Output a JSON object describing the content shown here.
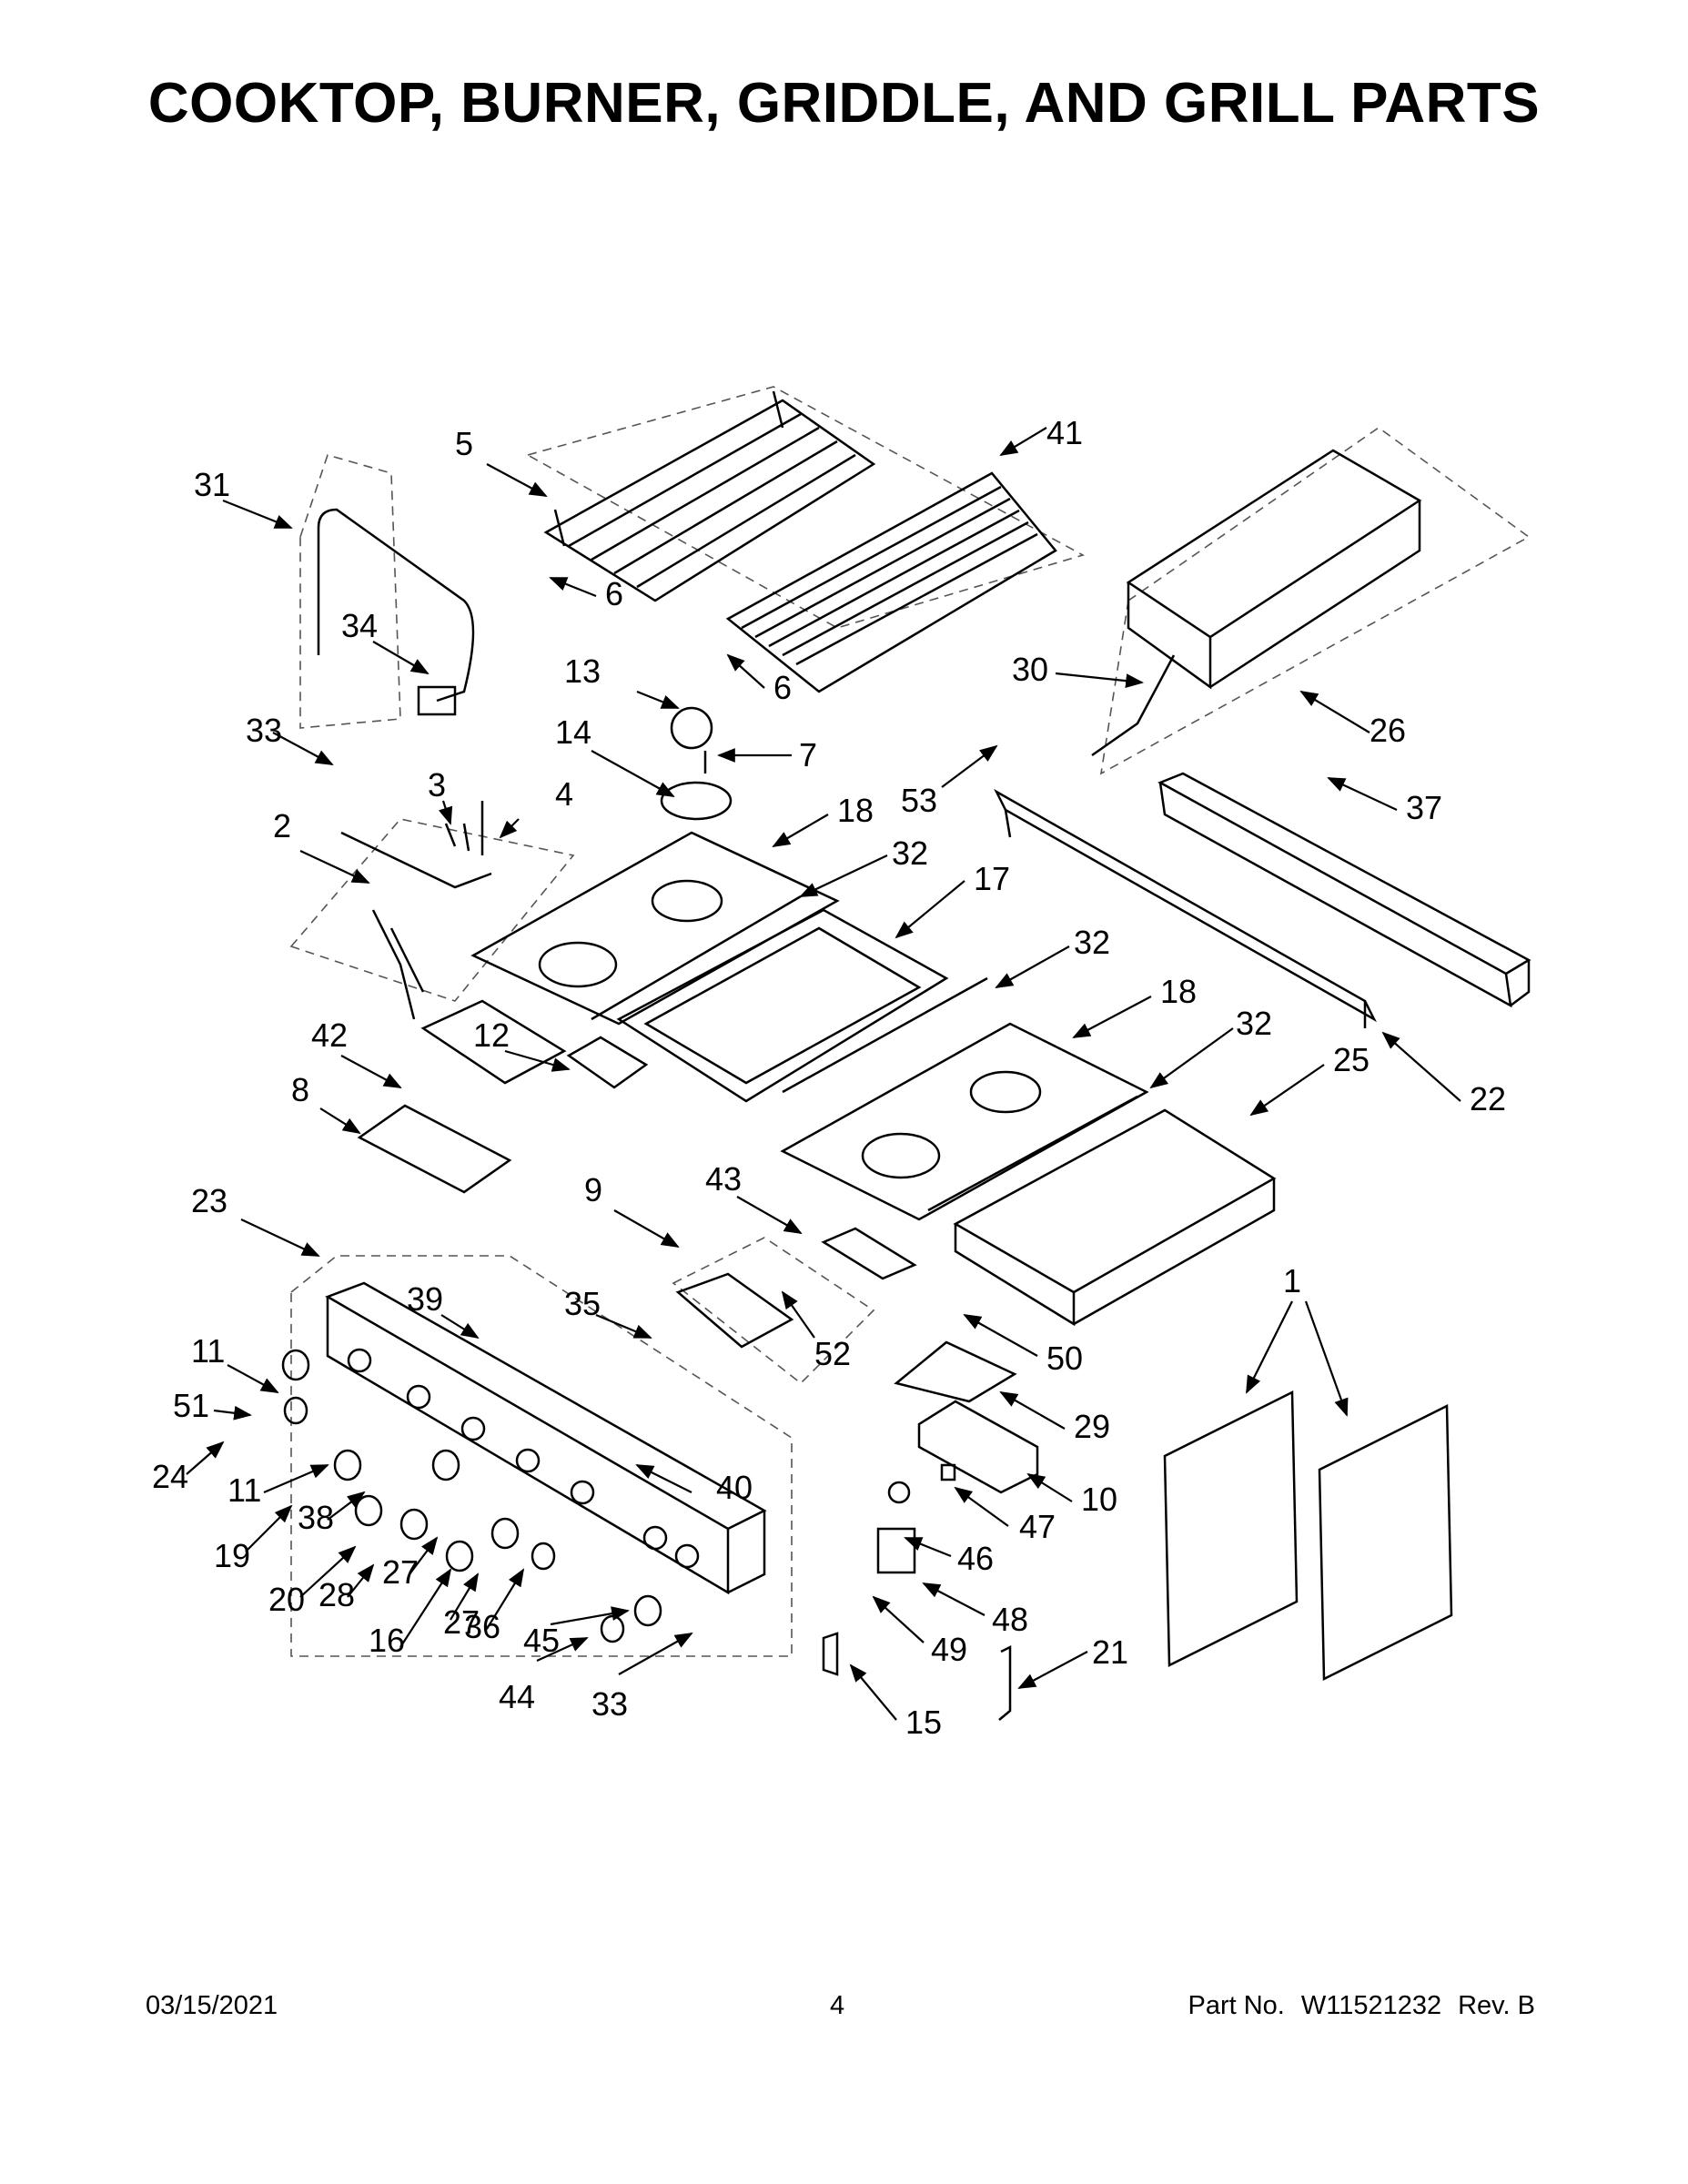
{
  "title": "COOKTOP, BURNER, GRIDDLE, AND GRILL PARTS",
  "callouts": [
    {
      "label": "1"
    },
    {
      "label": "2"
    },
    {
      "label": "3"
    },
    {
      "label": "4"
    },
    {
      "label": "5"
    },
    {
      "label": "6"
    },
    {
      "label": "6"
    },
    {
      "label": "7"
    },
    {
      "label": "8"
    },
    {
      "label": "9"
    },
    {
      "label": "10"
    },
    {
      "label": "11"
    },
    {
      "label": "11"
    },
    {
      "label": "12"
    },
    {
      "label": "13"
    },
    {
      "label": "14"
    },
    {
      "label": "15"
    },
    {
      "label": "16"
    },
    {
      "label": "17"
    },
    {
      "label": "18"
    },
    {
      "label": "18"
    },
    {
      "label": "19"
    },
    {
      "label": "20"
    },
    {
      "label": "21"
    },
    {
      "label": "22"
    },
    {
      "label": "23"
    },
    {
      "label": "24"
    },
    {
      "label": "25"
    },
    {
      "label": "26"
    },
    {
      "label": "27"
    },
    {
      "label": "27"
    },
    {
      "label": "28"
    },
    {
      "label": "29"
    },
    {
      "label": "30"
    },
    {
      "label": "31"
    },
    {
      "label": "32"
    },
    {
      "label": "32"
    },
    {
      "label": "32"
    },
    {
      "label": "33"
    },
    {
      "label": "33"
    },
    {
      "label": "34"
    },
    {
      "label": "35"
    },
    {
      "label": "36"
    },
    {
      "label": "37"
    },
    {
      "label": "38"
    },
    {
      "label": "39"
    },
    {
      "label": "40"
    },
    {
      "label": "41"
    },
    {
      "label": "42"
    },
    {
      "label": "43"
    },
    {
      "label": "44"
    },
    {
      "label": "45"
    },
    {
      "label": "46"
    },
    {
      "label": "47"
    },
    {
      "label": "48"
    },
    {
      "label": "49"
    },
    {
      "label": "50"
    },
    {
      "label": "51"
    },
    {
      "label": "52"
    },
    {
      "label": "53"
    }
  ],
  "footer": {
    "date": "03/15/2021",
    "page": "4",
    "part_label": "Part No.",
    "part_number": "W11521232",
    "revision": "Rev. B"
  }
}
